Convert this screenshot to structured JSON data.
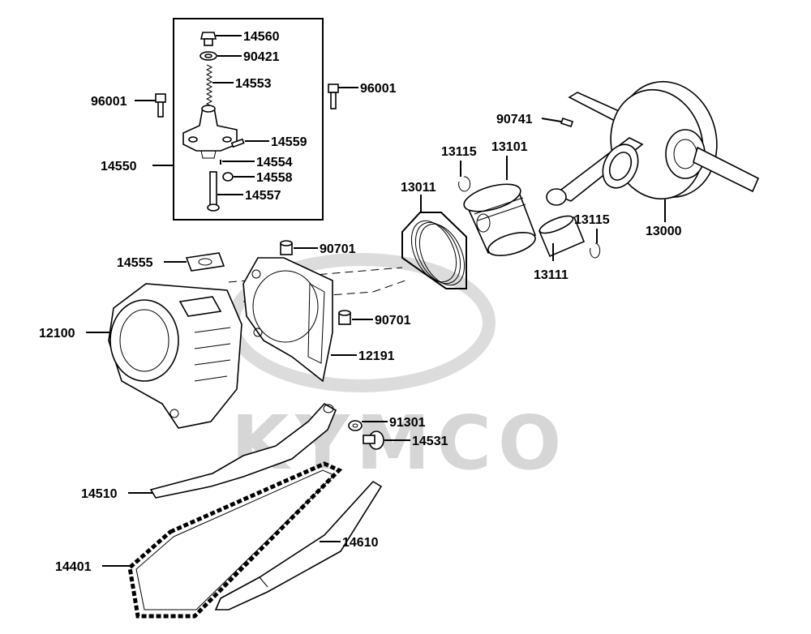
{
  "watermark": {
    "text": "KYMCO"
  },
  "callouts": [
    {
      "id": "c14560",
      "text": "14560"
    },
    {
      "id": "c90421",
      "text": "90421"
    },
    {
      "id": "c14553",
      "text": "14553"
    },
    {
      "id": "c96001l",
      "text": "96001"
    },
    {
      "id": "c96001r",
      "text": "96001"
    },
    {
      "id": "c14559",
      "text": "14559"
    },
    {
      "id": "c14554",
      "text": "14554"
    },
    {
      "id": "c14550",
      "text": "14550"
    },
    {
      "id": "c14558",
      "text": "14558"
    },
    {
      "id": "c14557",
      "text": "14557"
    },
    {
      "id": "c90741",
      "text": "90741"
    },
    {
      "id": "c13115a",
      "text": "13115"
    },
    {
      "id": "c13101",
      "text": "13101"
    },
    {
      "id": "c13011",
      "text": "13011"
    },
    {
      "id": "c13115b",
      "text": "13115"
    },
    {
      "id": "c13000",
      "text": "13000"
    },
    {
      "id": "c13111",
      "text": "13111"
    },
    {
      "id": "c14555",
      "text": "14555"
    },
    {
      "id": "c90701a",
      "text": "90701"
    },
    {
      "id": "c12100",
      "text": "12100"
    },
    {
      "id": "c90701b",
      "text": "90701"
    },
    {
      "id": "c12191",
      "text": "12191"
    },
    {
      "id": "c91301",
      "text": "91301"
    },
    {
      "id": "c14531",
      "text": "14531"
    },
    {
      "id": "c14510",
      "text": "14510"
    },
    {
      "id": "c14610",
      "text": "14610"
    },
    {
      "id": "c14401",
      "text": "14401"
    }
  ]
}
